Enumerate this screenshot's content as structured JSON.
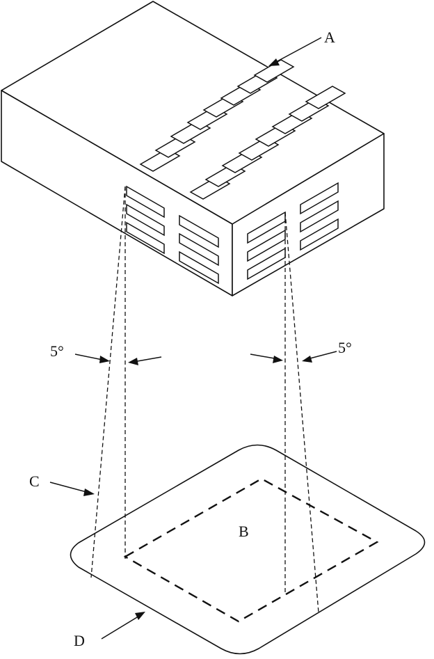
{
  "labels": {
    "a": "A",
    "b": "B",
    "c": "C",
    "d": "D",
    "angle_left": "5°",
    "angle_right": "5°"
  },
  "colors": {
    "line": "#111111",
    "background": "#ffffff"
  }
}
